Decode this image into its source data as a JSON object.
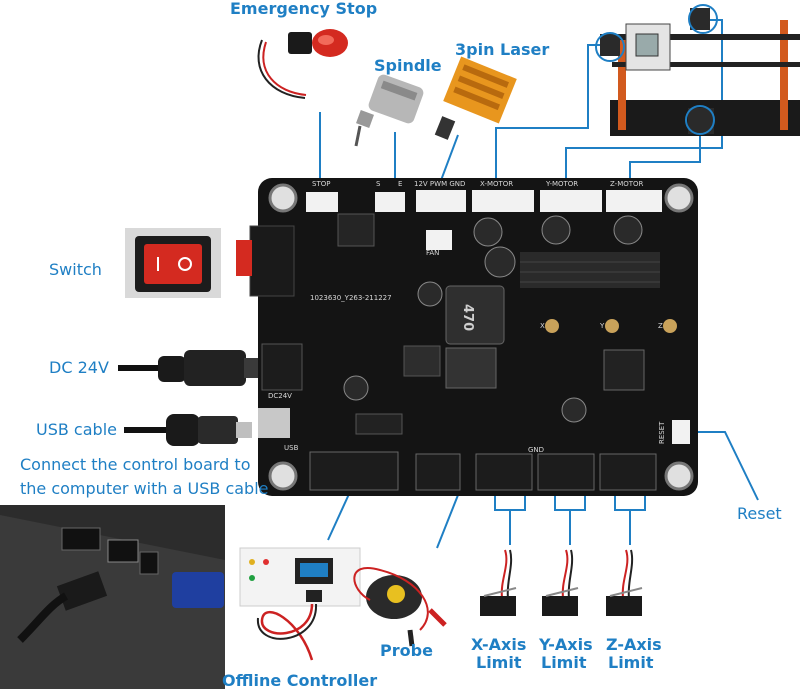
{
  "labels": {
    "emergency_stop": "Emergency Stop",
    "spindle": "Spindle",
    "laser": "3pin Laser",
    "switch": "Switch",
    "dc": "DC 24V",
    "usb_cable": "USB cable",
    "connect_line1": "Connect the control board to",
    "connect_line2": "the computer with a USB cable",
    "reset": "Reset",
    "offline_controller": "Offline Controller",
    "probe": "Probe",
    "x_limit_1": "X-Axis",
    "x_limit_2": "Limit",
    "y_limit_1": "Y-Axis",
    "y_limit_2": "Limit",
    "z_limit_1": "Z-Axis",
    "z_limit_2": "Limit"
  },
  "board_silkscreen": {
    "stop": "STOP",
    "spindle_header": "S",
    "e_header": "E",
    "laser_header": "12V PWM GND",
    "x_motor": "X-MOTOR",
    "y_motor": "Y-MOTOR",
    "z_motor": "Z-MOTOR",
    "fan": "FAN",
    "board_id": "1023630_Y263-211227",
    "inductor": "470",
    "dc24v": "DC24V",
    "usb": "USB",
    "reset": "RESET",
    "gnd": "GND",
    "axis_x": "X",
    "axis_y": "Y",
    "axis_z": "Z"
  },
  "colors": {
    "accent": "#1f7fc4",
    "board": "#141414",
    "switch_red": "#d42a20"
  }
}
